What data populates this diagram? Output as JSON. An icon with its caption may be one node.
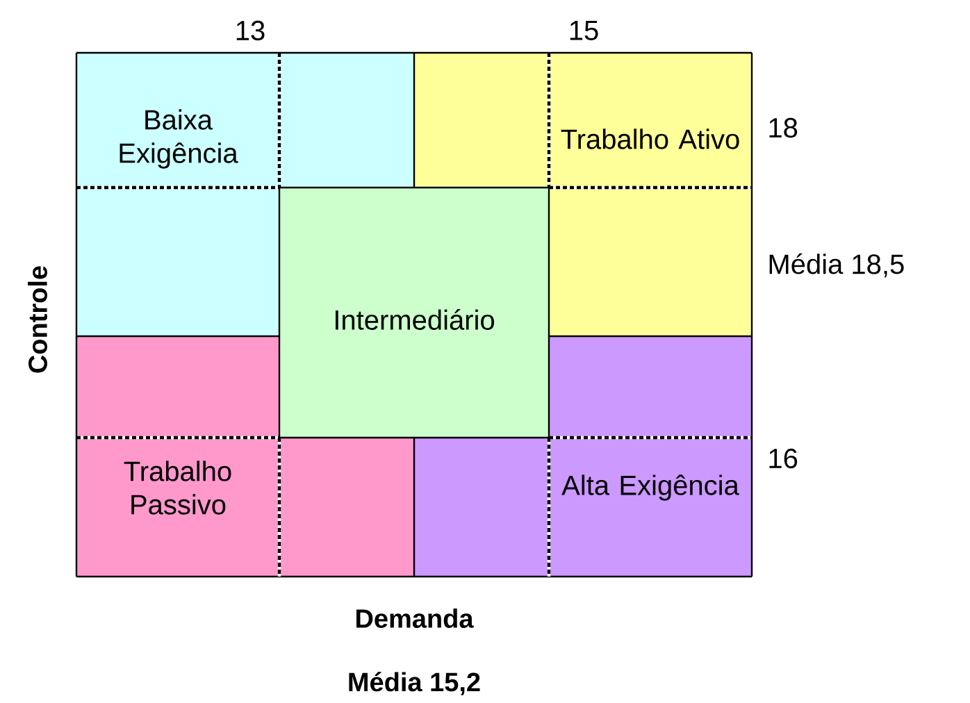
{
  "diagram": {
    "nodes": [
      {
        "text": [
          "Baixa Exigência"
        ]
      },
      {
        "text": [
          "Trabalho Ativo"
        ]
      },
      {
        "text": [
          "Intermediário"
        ]
      },
      {
        "text": [
          "Trabalho Passivo"
        ]
      },
      {
        "text": [
          "Alta Exigência"
        ]
      }
    ],
    "labels": [
      "13",
      "15",
      "18",
      "Média 18,5",
      "Controle",
      "16",
      "Demanda",
      "Média 15,2"
    ]
  }
}
